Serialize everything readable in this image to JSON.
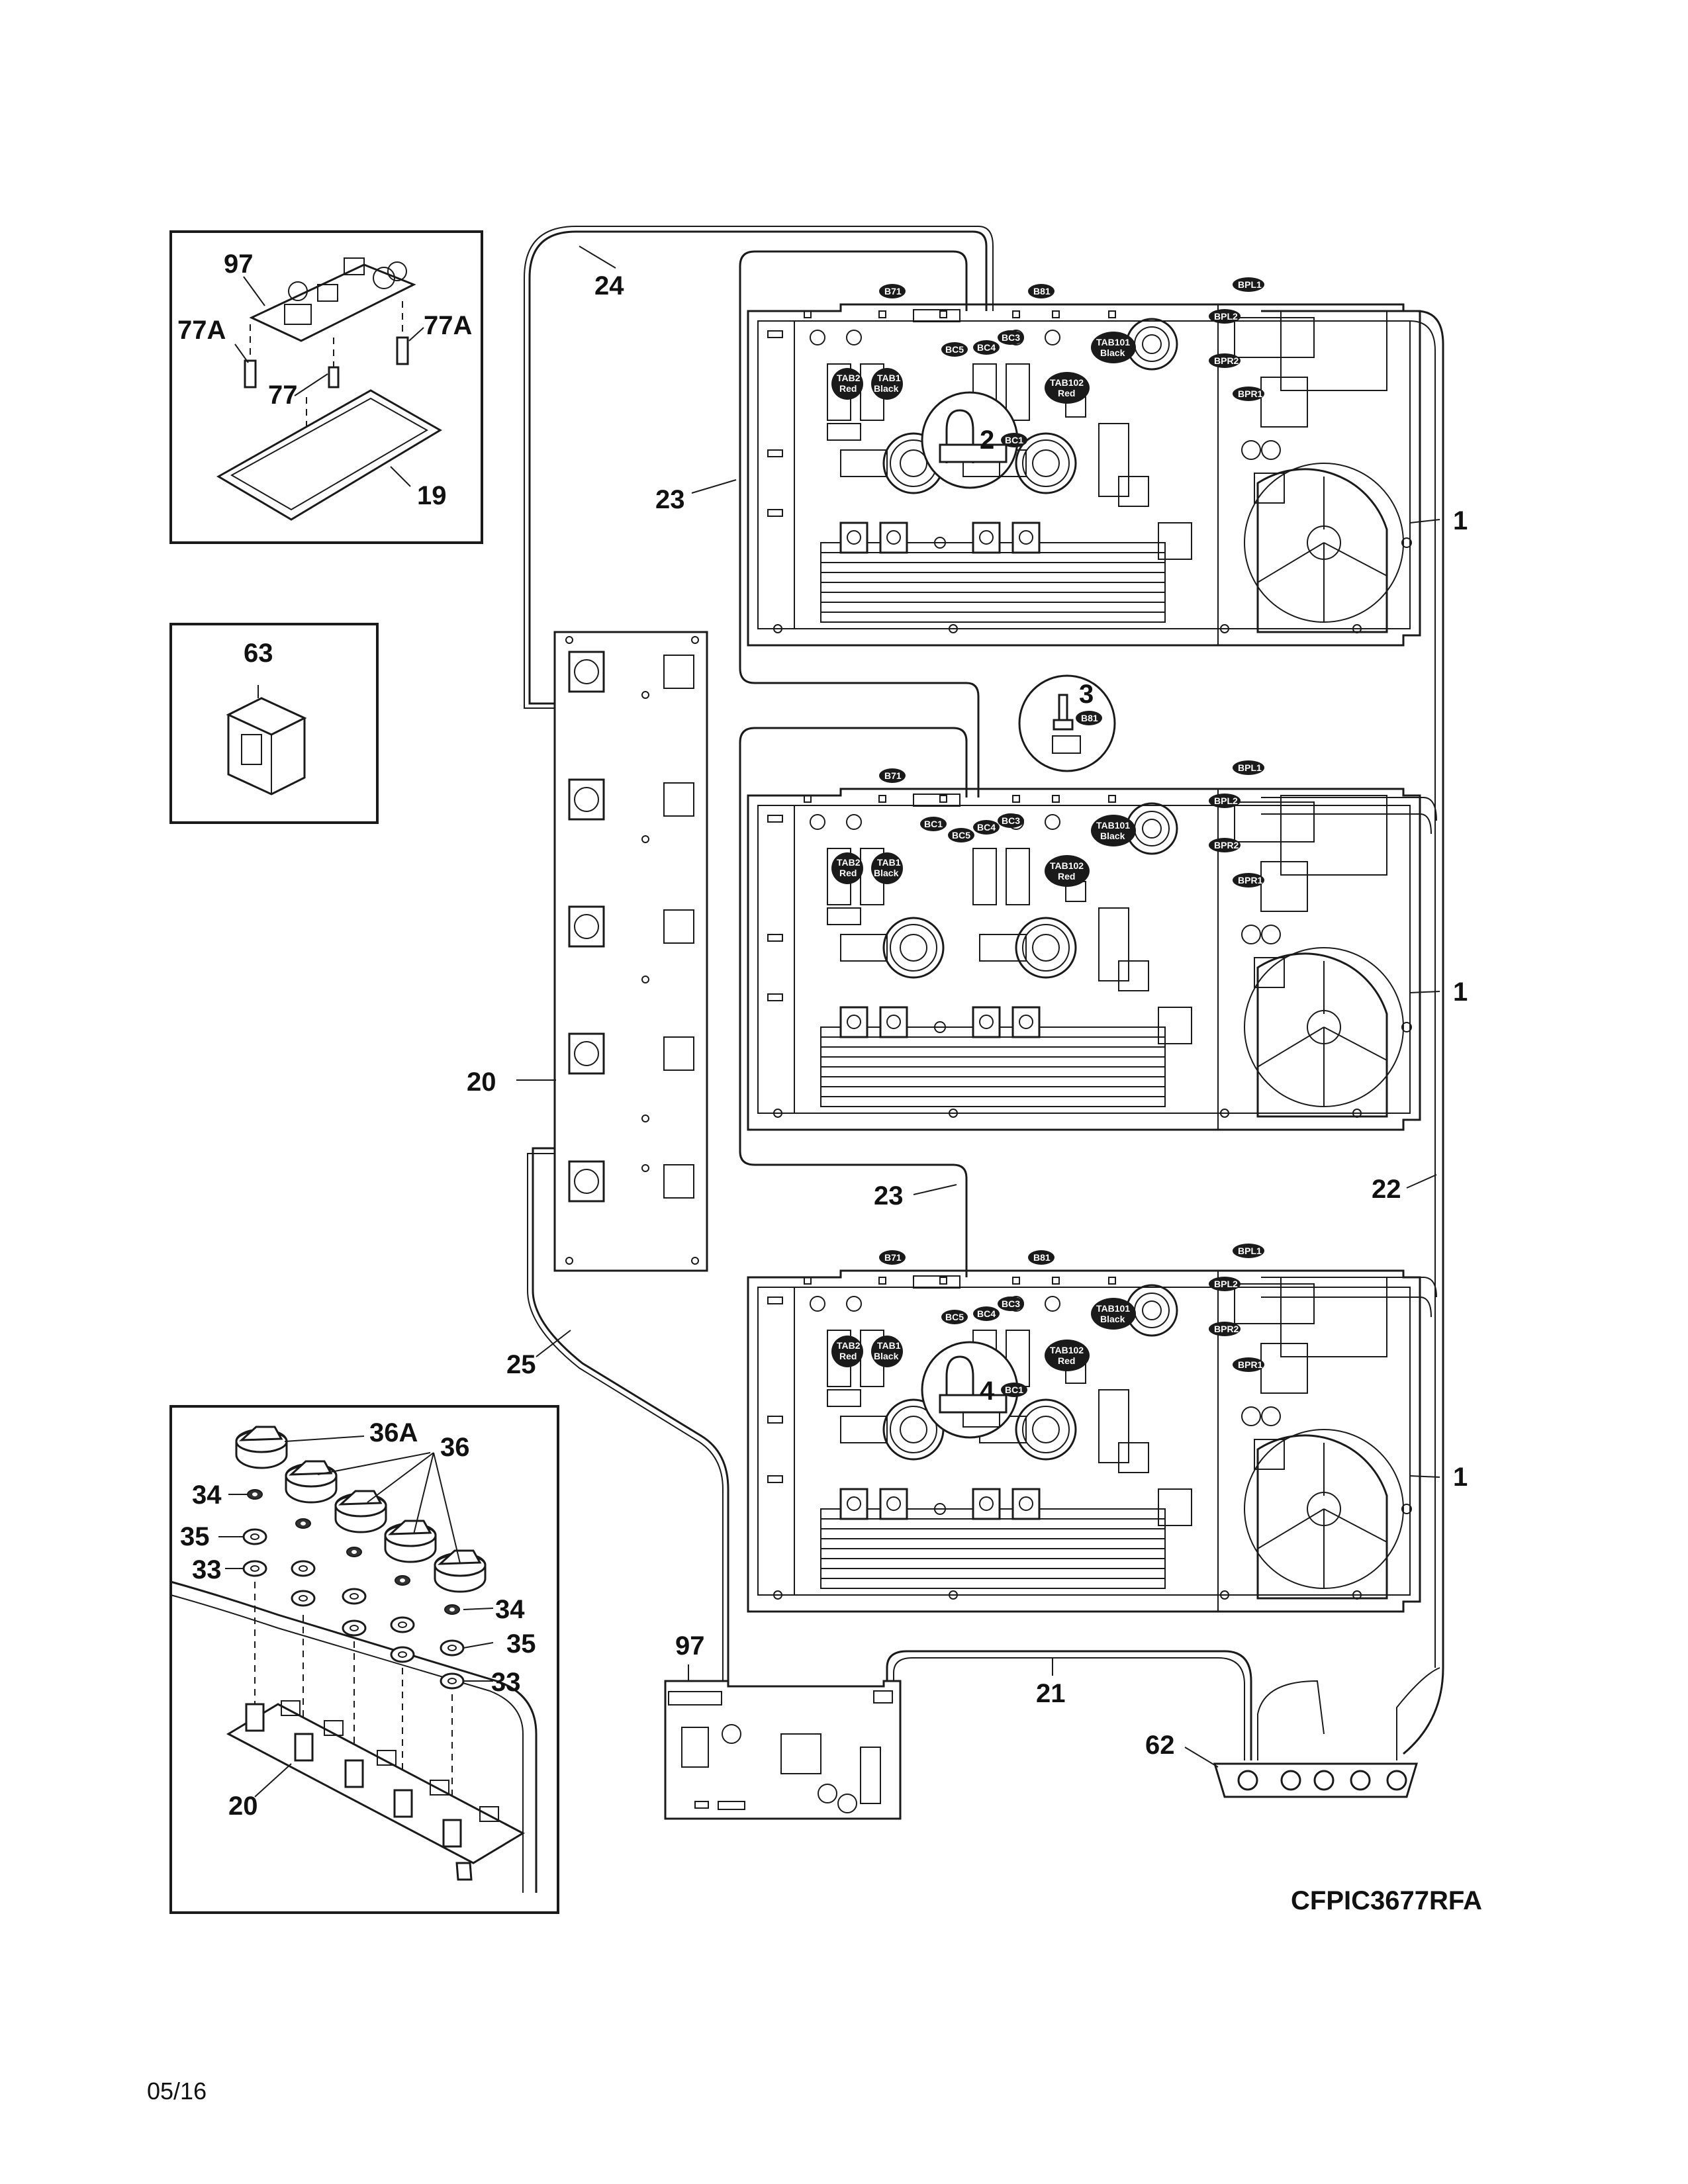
{
  "callouts": {
    "c97_top": "97",
    "c77a_left": "77A",
    "c77a_right": "77A",
    "c77": "77",
    "c19": "19",
    "c63": "63",
    "c24": "24",
    "c23_top": "23",
    "c23_mid": "23",
    "c2": "2",
    "c3": "3",
    "c4": "4",
    "c1_top": "1",
    "c1_mid": "1",
    "c1_bot": "1",
    "c22": "22",
    "c20_mid": "20",
    "c25": "25",
    "c36a": "36A",
    "c36": "36",
    "c34_left": "34",
    "c35_left": "35",
    "c33_left": "33",
    "c34_right": "34",
    "c35_right": "35",
    "c33_right": "33",
    "c20_bot": "20",
    "c97_bot": "97",
    "c21": "21",
    "c62": "62"
  },
  "board_tags": {
    "bpl1": "BPL1",
    "bpl2": "BPL2",
    "bpr2": "BPR2",
    "bpr1": "BPR1",
    "b71": "B71",
    "b81": "B81",
    "bc1": "BC1",
    "bc3": "BC3",
    "bc4": "BC4",
    "bc5": "BC5",
    "tab101": "TAB101",
    "tab101_color": "Black",
    "tab102": "TAB102",
    "tab102_color": "Red",
    "tab2": "TAB2",
    "tab2_color": "Red",
    "tab1": "TAB1",
    "tab1_color": "Black"
  },
  "footer": {
    "model": "CFPIC3677RFA",
    "date": "05/16"
  },
  "colors": {
    "ink": "#1a1a1a",
    "tag_fill": "#1a1a1a",
    "paper": "#ffffff"
  }
}
